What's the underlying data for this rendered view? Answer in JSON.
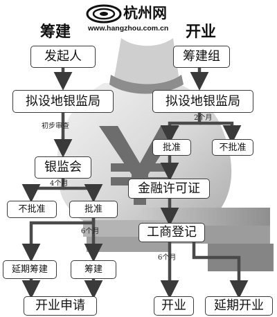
{
  "logo": {
    "name": "杭州网",
    "url": "www.hangzhou.com.cn"
  },
  "headers": {
    "left": "筹建",
    "right": "开业"
  },
  "left": {
    "initiator": "发起人",
    "regulator": "拟设地银监局",
    "prelim_review": "初步审查",
    "cbrc": "银监会",
    "duration_4m": "4个月",
    "rejected": "不批准",
    "approved": "批准",
    "duration_6m": "6个月",
    "extend_prep": "延期筹建",
    "prep": "筹建",
    "apply_open": "开业申请"
  },
  "right": {
    "prep_group": "筹建组",
    "regulator": "拟设地银监局",
    "duration_2m": "2个月",
    "approved": "批准",
    "rejected": "不批准",
    "license": "金融许可证",
    "registration": "工商登记",
    "duration_6m": "6个月",
    "open": "开业",
    "extend_open": "延期开业"
  }
}
